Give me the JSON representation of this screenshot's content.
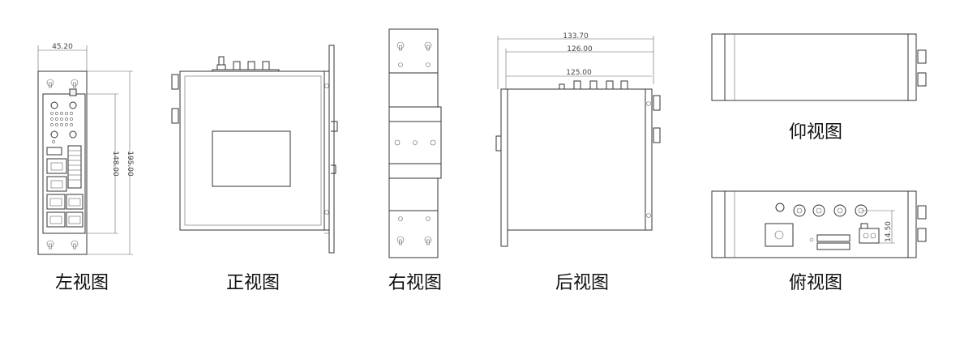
{
  "views": {
    "left": {
      "caption": "左视图",
      "dims": {
        "width": "45.20",
        "inner_height": "148.00",
        "total_height": "195.00"
      }
    },
    "front": {
      "caption": "正视图"
    },
    "right": {
      "caption": "右视图"
    },
    "back": {
      "caption": "后视图",
      "dims": {
        "overall": "133.70",
        "mid": "126.00",
        "inner": "125.00"
      }
    },
    "bottom": {
      "caption": "仰视图"
    },
    "top": {
      "caption": "俯视图",
      "dims": {
        "height": "14.50"
      }
    }
  }
}
